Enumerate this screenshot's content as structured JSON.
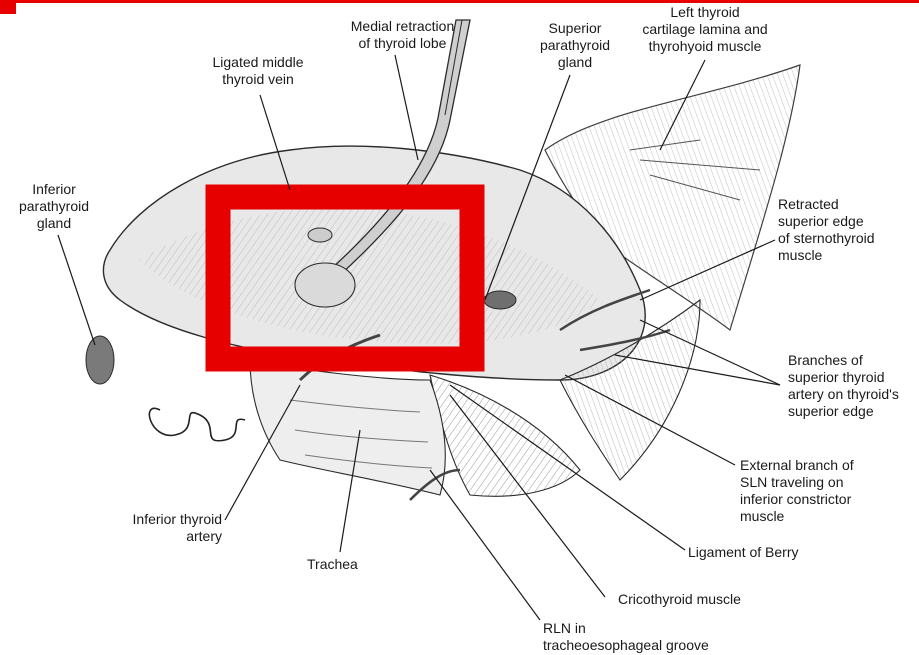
{
  "colors": {
    "accent_red": "#e60000",
    "line_art": "#2b2b2b",
    "tissue_shade": "#bdbdbd",
    "background": "#ffffff"
  },
  "labels": {
    "medial_retraction": "Medial retraction\nof thyroid lobe",
    "superior_parathyroid": "Superior\nparathyroid\ngland",
    "left_thyroid_cartilage": "Left thyroid\ncartilage lamina and\nthyrohyoid muscle",
    "ligated_middle_vein": "Ligated middle\nthyroid vein",
    "inferior_parathyroid": "Inferior\nparathyroid\ngland",
    "retracted_sternothyroid": "Retracted\nsuperior edge\nof sternothyroid\nmuscle",
    "branches_superior_artery": "Branches of\nsuperior thyroid\nartery on thyroid's\nsuperior edge",
    "external_branch_sln": "External branch of\nSLN traveling on\ninferior constrictor\nmuscle",
    "inferior_thyroid_artery": "Inferior thyroid\nartery",
    "trachea": "Trachea",
    "ligament_of_berry": "Ligament of Berry",
    "cricothyroid_muscle": "Cricothyroid muscle",
    "rln": "RLN in\ntracheoesophageal groove"
  }
}
